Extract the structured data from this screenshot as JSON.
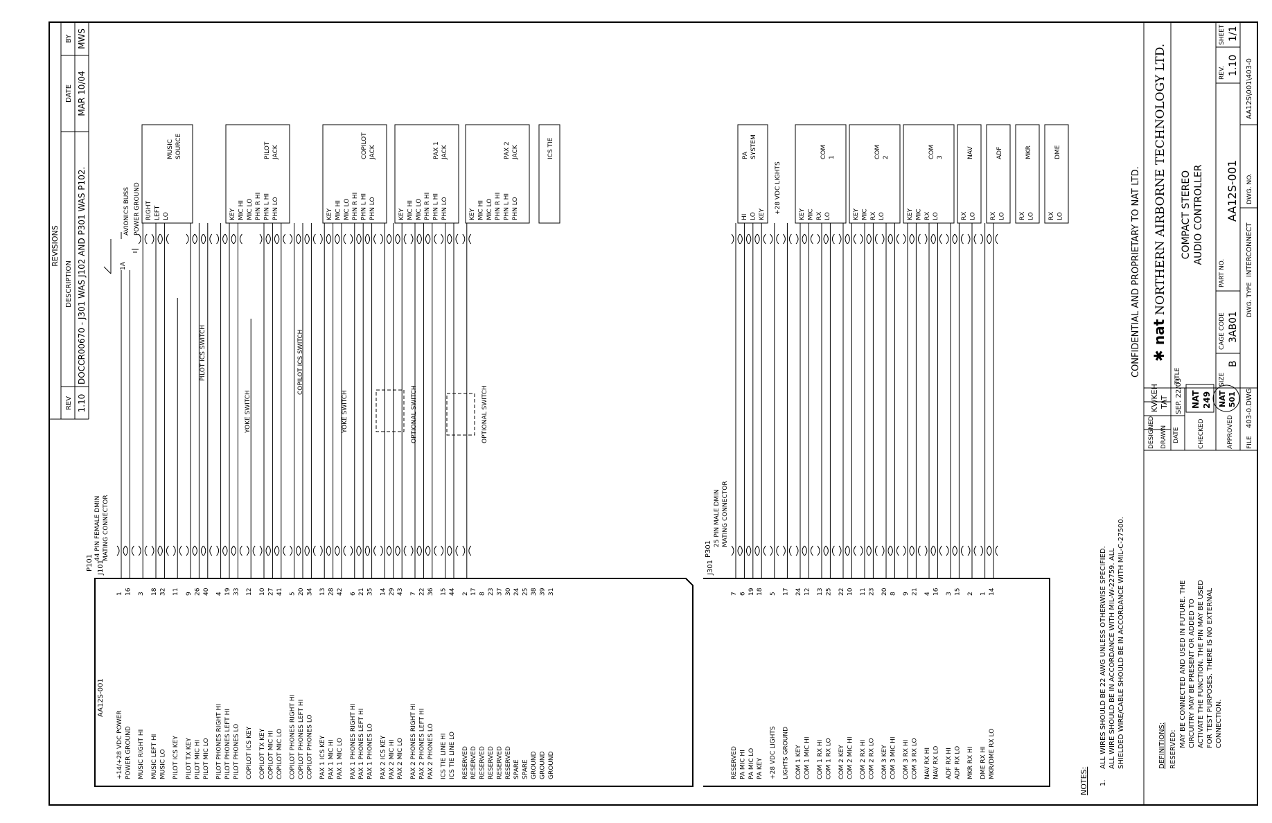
{
  "revisions": {
    "title": "REVISIONS",
    "headers": [
      "REV",
      "DESCRIPTION",
      "DATE",
      "BY"
    ],
    "row": {
      "rev": "1.10",
      "description": "DOCCR00670 - J301 WAS J102 AND P301 WAS P102.",
      "date": "MAR 10/04",
      "by": "MWS"
    }
  },
  "j101": {
    "unit": "AA12S-001",
    "label": "J101",
    "plug_label": "P101",
    "plug_desc_1": "44 PIN FEMALE DMIN",
    "plug_desc_2": "MATING CONNECTOR",
    "groups": [
      [
        [
          "+14/+28 VDC POWER",
          "1"
        ],
        [
          "POWER GROUND",
          "16"
        ]
      ],
      [
        [
          "MUSIC RIGHT HI",
          "3"
        ]
      ],
      [
        [
          "MUSIC LEFT HI",
          "18"
        ],
        [
          "MUSIC LO",
          "32"
        ]
      ],
      [
        [
          "PILOT ICS KEY",
          "11"
        ]
      ],
      [
        [
          "PILOT TX KEY",
          "9"
        ],
        [
          "PILOT MIC HI",
          "26"
        ],
        [
          "PILOT MIC LO",
          "40"
        ]
      ],
      [
        [
          "PILOT PHONES RIGHT HI",
          "4"
        ],
        [
          "PILOT PHONES LEFT HI",
          "19"
        ],
        [
          "PILOT PHONES LO",
          "33"
        ]
      ],
      [
        [
          "COPILOT ICS KEY",
          "12"
        ]
      ],
      [
        [
          "COPILOT TX KEY",
          "10"
        ],
        [
          "COPILOT MIC HI",
          "27"
        ],
        [
          "COPILOT MIC LO",
          "41"
        ]
      ],
      [
        [
          "COPILOT PHONES RIGHT HI",
          "5"
        ],
        [
          "COPILOT PHONES LEFT HI",
          "20"
        ],
        [
          "COPILOT PHONES LO",
          "34"
        ]
      ],
      [
        [
          "PAX 1 ICS KEY",
          "13"
        ],
        [
          "PAX 1 MIC HI",
          "28"
        ],
        [
          "PAX 1 MIC LO",
          "42"
        ]
      ],
      [
        [
          "PAX 1 PHONES RIGHT HI",
          "6"
        ],
        [
          "PAX 1 PHONES LEFT HI",
          "21"
        ],
        [
          "PAX 1 PHONES LO",
          "35"
        ]
      ],
      [
        [
          "PAX 2 ICS KEY",
          "14"
        ],
        [
          "PAX 2 MIC HI",
          "29"
        ],
        [
          "PAX 2 MIC LO",
          "43"
        ]
      ],
      [
        [
          "PAX 2 PHONES RIGHT HI",
          "7"
        ],
        [
          "PAX 2 PHONES LEFT HI",
          "22"
        ],
        [
          "PAX 2 PHONES LO",
          "36"
        ]
      ],
      [
        [
          "ICS TIE LINE HI",
          "15"
        ],
        [
          "ICS TIE LINE LO",
          "44"
        ]
      ],
      [
        [
          "RESERVED",
          "2"
        ],
        [
          "RESERVED",
          "17"
        ],
        [
          "RESERVED",
          "8"
        ],
        [
          "RESERVED",
          "23"
        ],
        [
          "RESERVED",
          "37"
        ],
        [
          "RESERVED",
          "30"
        ],
        [
          "SPARE",
          "24"
        ],
        [
          "SPARE",
          "25"
        ],
        [
          "GROUND",
          "38"
        ],
        [
          "GROUND",
          "39"
        ],
        [
          "GROUND",
          "31"
        ]
      ]
    ]
  },
  "j301": {
    "label": "J301",
    "plug_label": "P301",
    "plug_desc_1": "25 PIN MALE DMIN",
    "plug_desc_2": "MATING CONNECTOR",
    "groups": [
      [
        [
          "RESERVED",
          "7"
        ],
        [
          "PA MIC HI",
          "6"
        ],
        [
          "PA MIC LO",
          "19"
        ],
        [
          "PA KEY",
          "18"
        ]
      ],
      [
        [
          "+28 VDC LIGHTS",
          "5"
        ]
      ],
      [
        [
          "LIGHTS GROUND",
          "17"
        ]
      ],
      [
        [
          "COM 1 KEY",
          "24"
        ],
        [
          "COM 1 MIC HI",
          "12"
        ]
      ],
      [
        [
          "COM 1 RX HI",
          "13"
        ],
        [
          "COM 1 RX LO",
          "25"
        ]
      ],
      [
        [
          "COM 2 KEY",
          "22"
        ],
        [
          "COM 2 MIC HI",
          "10"
        ]
      ],
      [
        [
          "COM 2 RX HI",
          "11"
        ],
        [
          "COM 2 RX LO",
          "23"
        ]
      ],
      [
        [
          "COM 3 KEY",
          "20"
        ],
        [
          "COM 3 MIC HI",
          "8"
        ]
      ],
      [
        [
          "COM 3 RX HI",
          "9"
        ],
        [
          "COM 3 RX LO",
          "21"
        ]
      ],
      [
        [
          "NAV RX HI",
          "4"
        ],
        [
          "NAV RX LO",
          "16"
        ]
      ],
      [
        [
          "ADF RX HI",
          "3"
        ],
        [
          "ADF RX LO",
          "15"
        ]
      ],
      [
        [
          "MKR RX HI",
          "2"
        ]
      ],
      [
        [
          "DME RX HI",
          "1"
        ],
        [
          "MKR/DME RX LO",
          "14"
        ]
      ]
    ]
  },
  "devices": {
    "music": {
      "title": "MUSIC SOURCE",
      "pins": [
        "RIGHT",
        "LEFT",
        "LO"
      ]
    },
    "pilot": {
      "title": "PILOT JACK",
      "pins": [
        "KEY",
        "MIC HI",
        "MIC LO",
        "PHN R HI",
        "PHN L HI",
        "PHN LO"
      ]
    },
    "copilot": {
      "title": "COPILOT JACK",
      "pins": [
        "KEY",
        "MIC HI",
        "MIC LO",
        "PHN R HI",
        "PHN L HI",
        "PHN LO"
      ]
    },
    "pax1": {
      "title": "PAX 1 JACK",
      "pins": [
        "KEY",
        "MIC HI",
        "MIC LO",
        "PHN R HI",
        "PHN L HI",
        "PHN LO"
      ]
    },
    "pax2": {
      "title": "PAX 2 JACK",
      "pins": [
        "KEY",
        "MIC HI",
        "MIC LO",
        "PHN R HI",
        "PHN L HI",
        "PHN LO"
      ]
    },
    "ics": {
      "title": "ICS TIE"
    },
    "pa": {
      "title": "PA SYSTEM",
      "pins": [
        "HI",
        "LO",
        "KEY"
      ]
    },
    "com1": {
      "title": "COM 1",
      "pins": [
        "KEY",
        "MIC",
        "RX",
        "LO"
      ]
    },
    "com2": {
      "title": "COM 2",
      "pins": [
        "KEY",
        "MIC",
        "RX",
        "LO"
      ]
    },
    "com3": {
      "title": "COM 3",
      "pins": [
        "KEY",
        "MIC",
        "RX",
        "LO"
      ]
    },
    "nav": {
      "title": "NAV",
      "pins": [
        "RX",
        "LO"
      ]
    },
    "adf": {
      "title": "ADF",
      "pins": [
        "RX",
        "LO"
      ]
    },
    "mkr": {
      "title": "MKR",
      "pins": [
        "RX",
        "LO"
      ]
    },
    "dme": {
      "title": "DME",
      "pins": [
        "RX",
        "LO"
      ]
    }
  },
  "callouts": {
    "fuse": "1A",
    "avionics_buss": "AVIONICS BUSS",
    "power_ground": "POWER GROUND",
    "pilot_ics_switch": "PILOT ICS SWITCH",
    "copilot_ics_switch": "COPILOT ICS SWITCH",
    "yoke_switch": "YOKE SWITCH",
    "optional_switch": "OPTIONAL SWITCH",
    "lights": "+28 VDC LIGHTS"
  },
  "notes": {
    "heading": "NOTES:",
    "number": "1.",
    "lines": [
      "ALL WIRES SHOULD BE 22 AWG UNLESS OTHERWISE SPECIFIED.",
      "ALL WIRE SHOULD BE IN ACCORDANCE WITH MIL-W-22759. ALL",
      "SHIELDED WIRE/CABLE SHOULD BE IN ACCORDANCE WITH MIL-C-27500."
    ]
  },
  "definitions": {
    "heading": "DEFINITIONS:",
    "term": "RESERVED:",
    "lines": [
      "MAY BE CONNECTED AND USED IN FUTURE. THE",
      "CIRCUITRY MAY BE PRESENT OR ADDED TO",
      "ACTIVATE THE FUNCTION. THE PIN MAY BE USED",
      "FOR TEST PURPOSES. THERE IS NO EXTERNAL",
      "CONNECTION."
    ]
  },
  "confidential": "CONFIDENTIAL AND PROPRIETARY TO NAT LTD.",
  "title_block": {
    "designed_label": "DESIGNED",
    "designed": "KV/KEH",
    "drawn_label": "DRAWN",
    "drawn": "TAT",
    "date_label": "DATE",
    "date": "SEP. 22/03",
    "checked_label": "CHECKED",
    "checked_stamp_1": "NAT",
    "checked_stamp_2": "249",
    "approved_label": "APPROVED",
    "approved_stamp_1": "NAT",
    "approved_stamp_2": "501",
    "file_label": "FILE",
    "file": "403-0.DWG",
    "company": "NORTHERN AIRBORNE TECHNOLOGY LTD.",
    "logo": "nat",
    "title_label": "TITLE",
    "title_1": "COMPACT STEREO",
    "title_2": "AUDIO CONTROLLER",
    "size_label": "SIZE",
    "size": "B",
    "cage_label": "CAGE CODE",
    "cage": "3AB01",
    "part_label": "PART NO.",
    "part": "AA12S-001",
    "rev_label": "REV.",
    "rev": "1.10",
    "sheet_label": "SHEET",
    "sheet": "1/1",
    "dwg_type_label": "DWG. TYPE",
    "dwg_type": "INTERCONNECT",
    "dwg_no_label": "DWG. NO.",
    "dwg_no": "AA12S\\001\\403-0"
  }
}
